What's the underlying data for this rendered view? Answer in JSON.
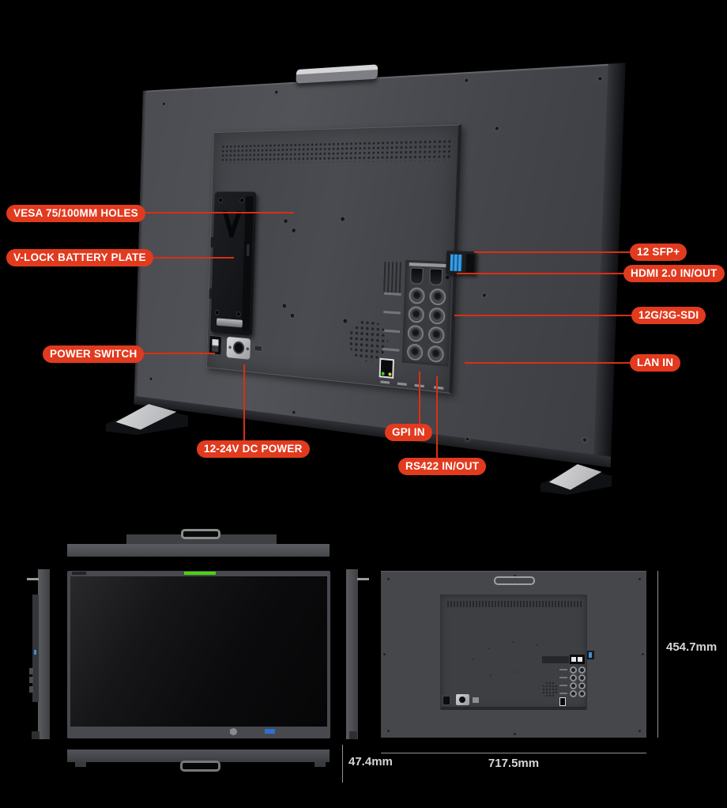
{
  "product_annotations": {
    "vesa": "VESA 75/100MM HOLES",
    "vlock": "V-LOCK BATTERY PLATE",
    "power_switch": "POWER SWITCH",
    "dc_power": "12-24V DC POWER",
    "gpi": "GPI IN",
    "rs422": "RS422 IN/OUT",
    "sfp": "12 SFP+",
    "hdmi": "HDMI 2.0 IN/OUT",
    "sdi": "12G/3G-SDI",
    "lan": "LAN IN"
  },
  "dimensions": {
    "height": "454.7mm",
    "width": "717.5mm",
    "depth": "47.4mm"
  },
  "colors": {
    "background": "#000000",
    "callout_red": "#e23a1e",
    "leader_line_red": "#d92f13",
    "dimension_text": "#d6d6d7",
    "tally_green": "#4bd412",
    "sfp_blue": "#3f8fd6",
    "monitor_gray": "#47484d"
  }
}
